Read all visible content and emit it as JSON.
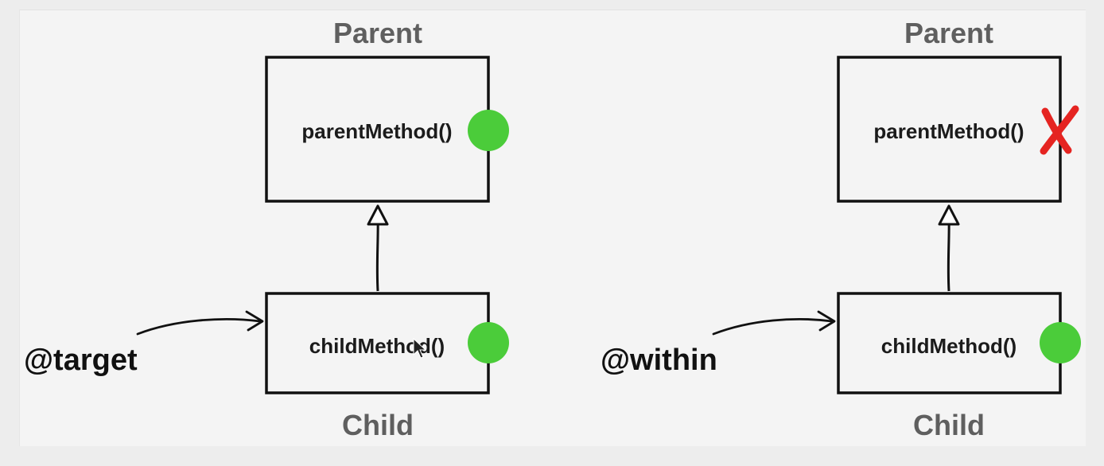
{
  "colors": {
    "match": "#4bcc3a",
    "nomatch": "#e52421",
    "box": "#111111",
    "label": "#5f5f5f"
  },
  "left": {
    "pointcut": "@target",
    "parent_label": "Parent",
    "parent_method": "parentMethod()",
    "parent_status": "match",
    "child_label": "Child",
    "child_method": "childMethod()",
    "child_status": "match"
  },
  "right": {
    "pointcut": "@within",
    "parent_label": "Parent",
    "parent_method": "parentMethod()",
    "parent_status": "nomatch",
    "child_label": "Child",
    "child_method": "childMethod()",
    "child_status": "match"
  },
  "icons": {
    "match": "green-dot-icon",
    "nomatch": "red-x-icon",
    "cursor": "mouse-cursor-icon"
  }
}
